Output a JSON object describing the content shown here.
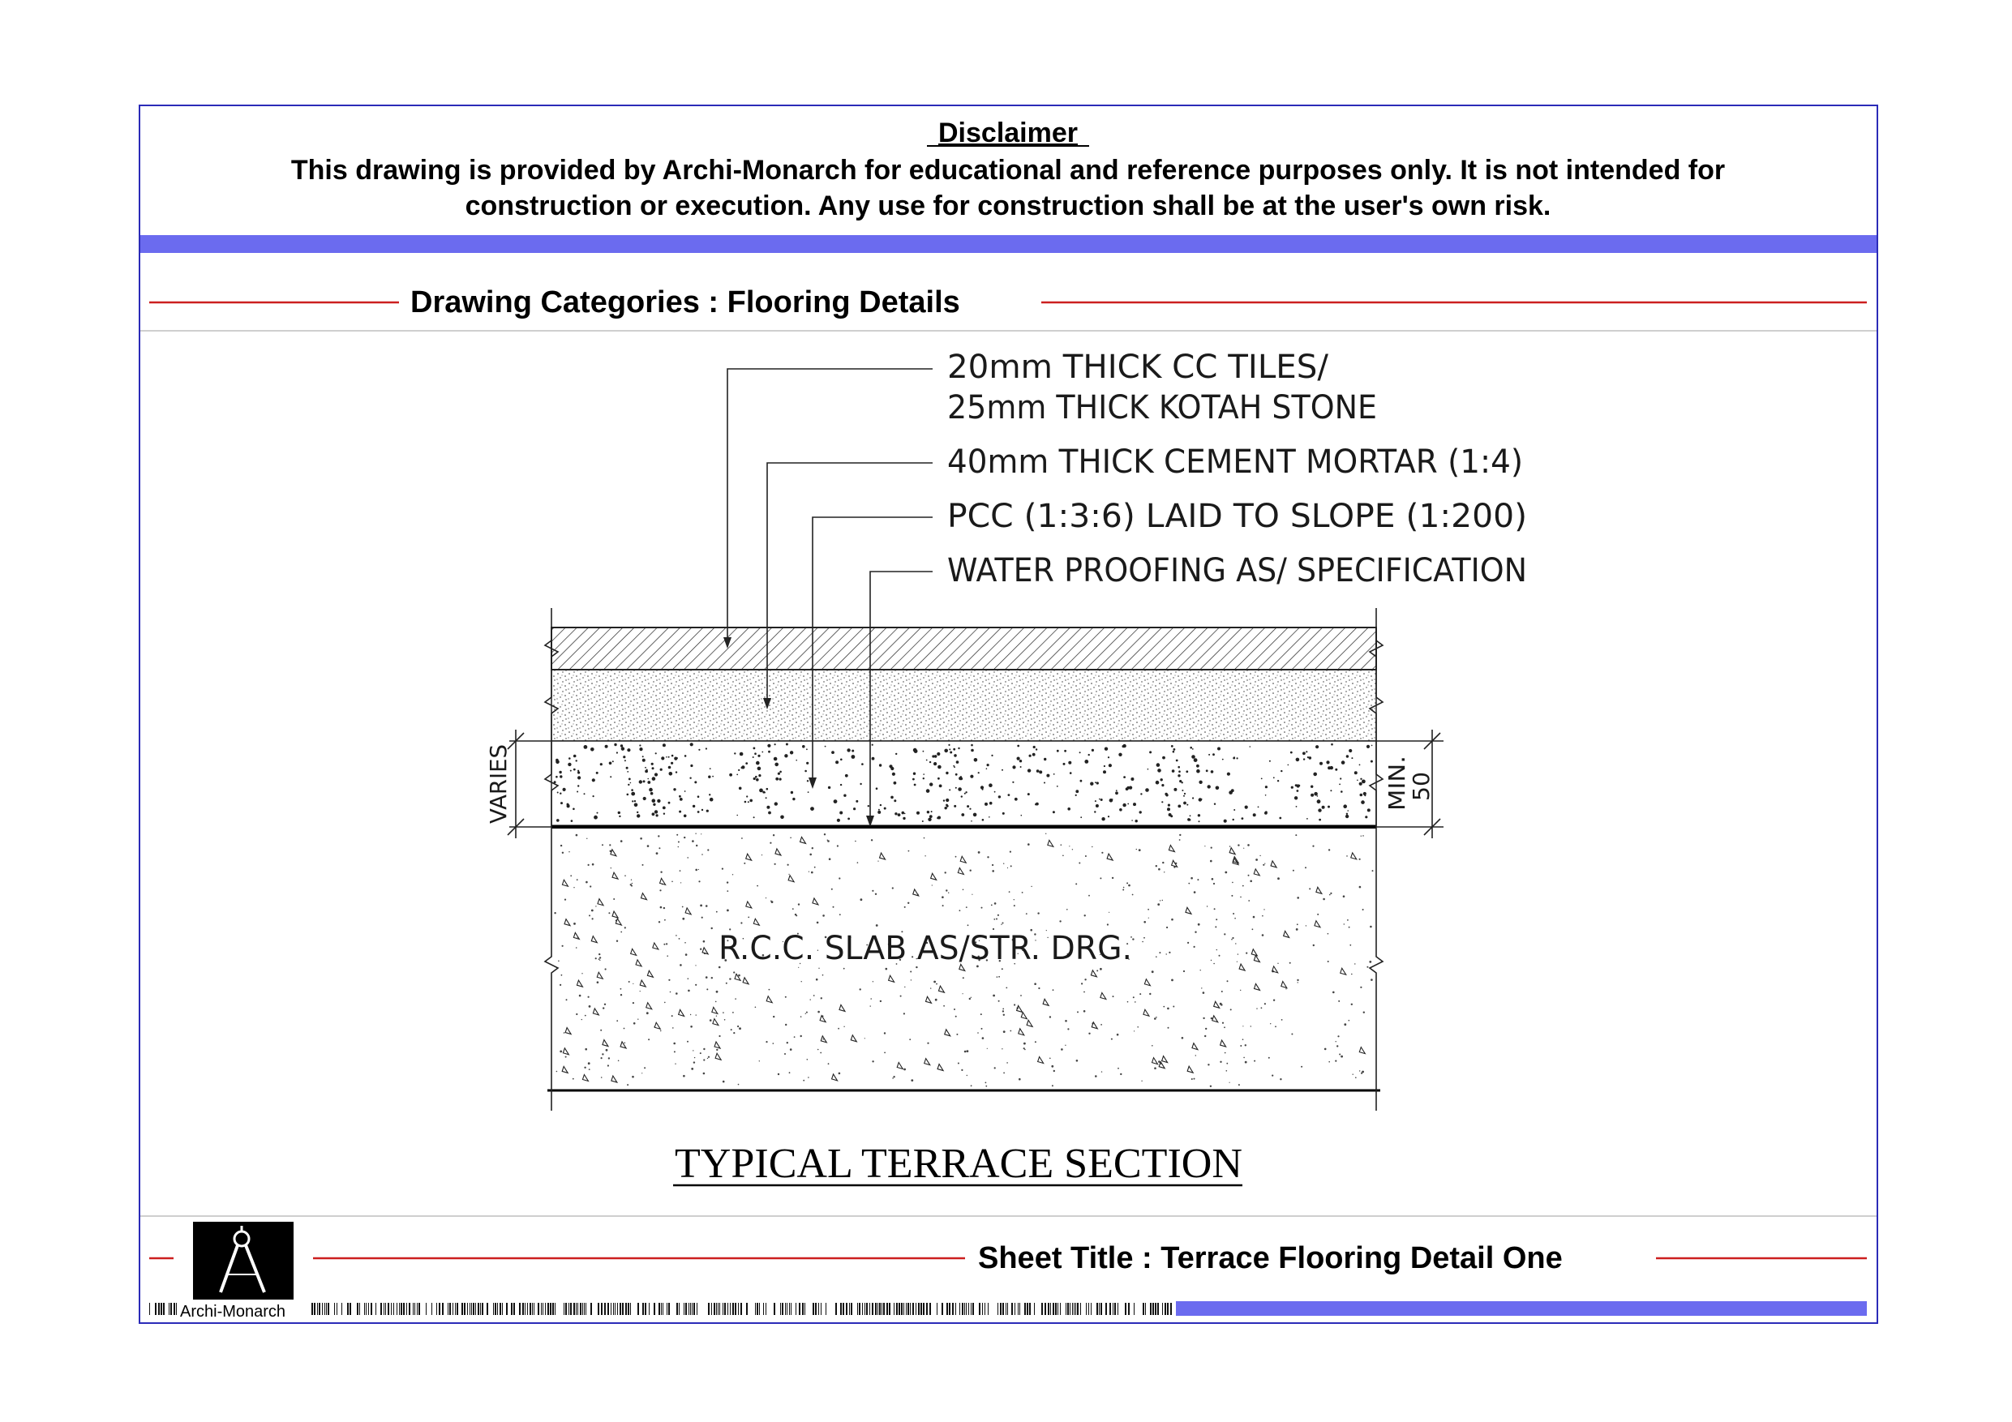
{
  "disclaimer": {
    "heading": "Disclaimer",
    "line1": "This drawing is provided by Archi-Monarch for educational and reference purposes only. It is not intended for",
    "line2": "construction or execution. Any use for construction shall be at the user's own risk."
  },
  "category": {
    "text": "Drawing Categories : Flooring Details"
  },
  "drawing": {
    "labels": {
      "tiles_line1": "20mm  THICK  CC  TILES/",
      "tiles_line2": "25mm  THICK  KOTAH  STONE",
      "mortar": "40mm  THICK  CEMENT  MORTAR  (1:4)",
      "pcc": "PCC  (1:3:6)  LAID  TO  SLOPE  (1:200)",
      "waterproofing": "WATER  PROOFING  AS/  SPECIFICATION",
      "slab": "R.C.C.  SLAB  AS/STR.  DRG."
    },
    "dimensions": {
      "left": "VARIES",
      "right_min": "MIN.",
      "right_value": "50"
    },
    "title": "TYPICAL  TERRACE  SECTION"
  },
  "footer": {
    "sheet_title": "Sheet Title : Terrace Flooring Detail One",
    "brand": "Archi-Monarch",
    "logo_icon": "compass-divider-icon"
  },
  "colors": {
    "frame_border": "#2b2bb8",
    "band": "#6b6bef",
    "red_rule": "#cc1f1f",
    "ink": "#000000"
  }
}
